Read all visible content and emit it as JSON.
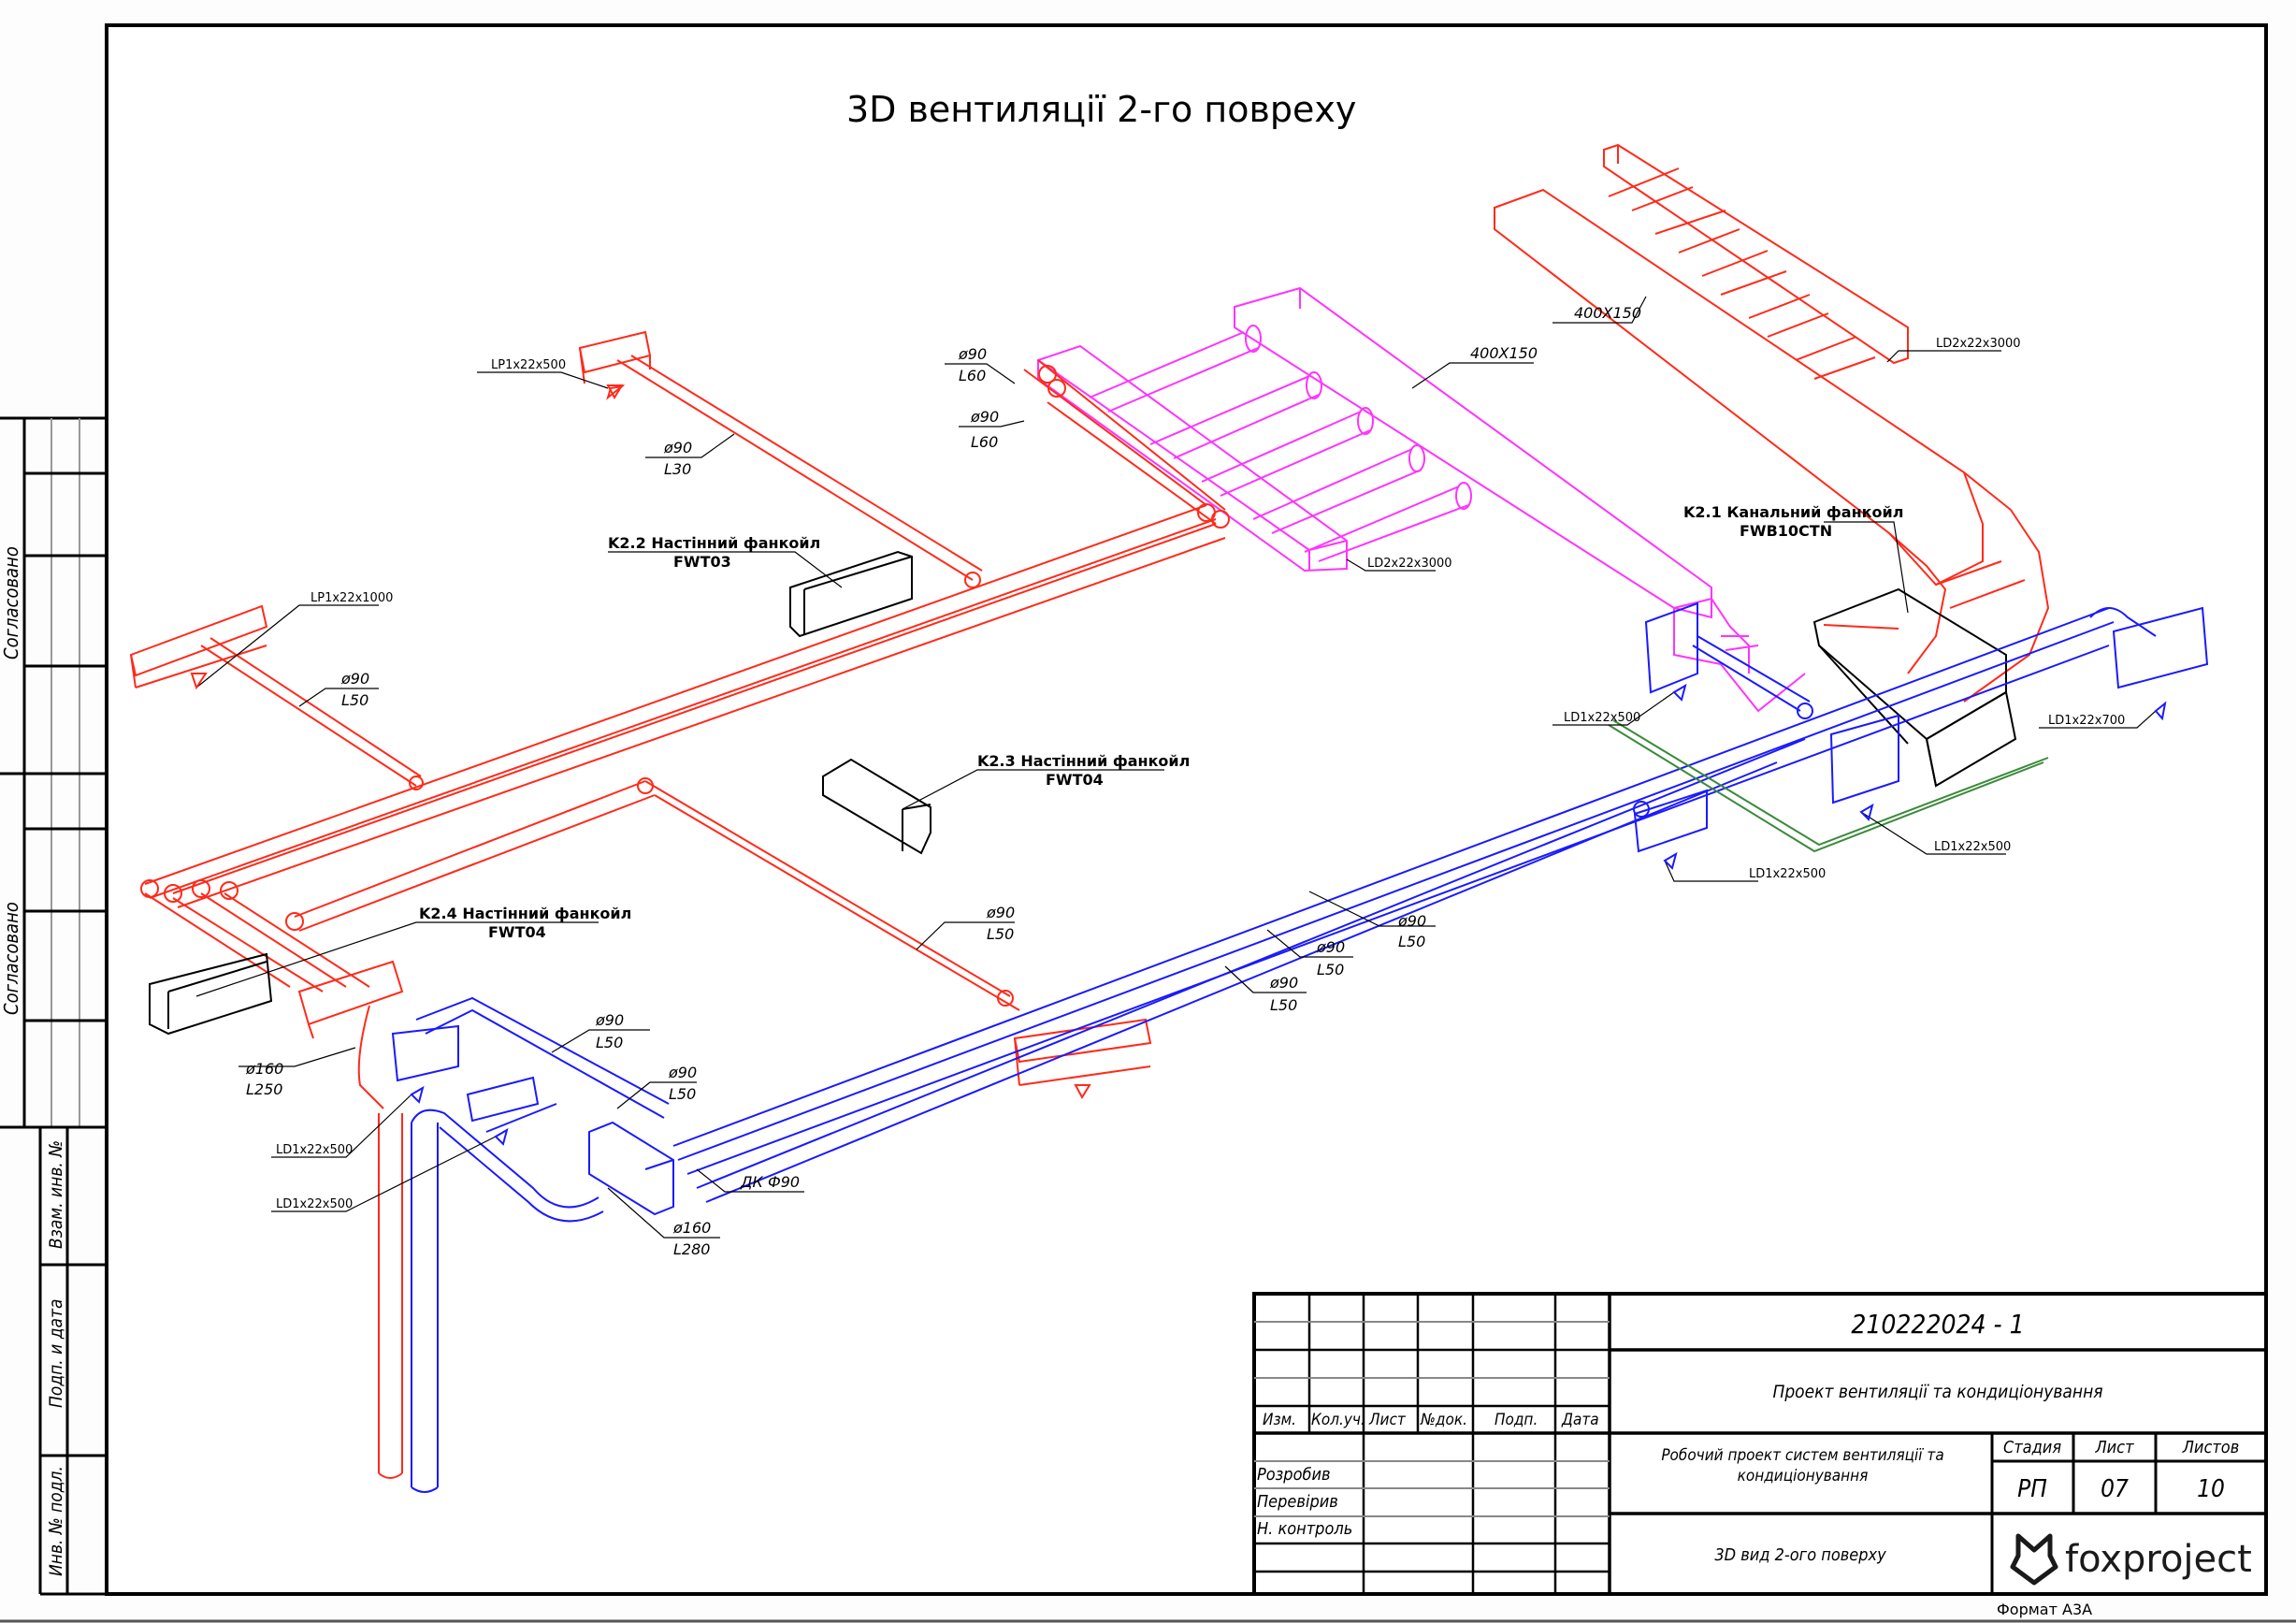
{
  "drawing": {
    "title": "3D вентиляції 2-го повреху",
    "colors": {
      "supply_hot": "#ff2a1a",
      "return_cold": "#1a1aff",
      "ventilation": "#ff33ff",
      "drain": "#3a8a3a",
      "equipment": "#000000",
      "leader": "#000000"
    },
    "units": [
      {
        "id": "k21",
        "name": "K2.1 Канальний  фанкойл",
        "model": "FWB10CTN"
      },
      {
        "id": "k22",
        "name": "K2.2 Настінний  фанкойл",
        "model": "FWT03"
      },
      {
        "id": "k23",
        "name": "K2.3 Настінний  фанкойл",
        "model": "FWT04"
      },
      {
        "id": "k24",
        "name": "K2.4 Настінний  фанкойл",
        "model": "FWT04"
      }
    ],
    "duct_labels": [
      {
        "dia": "ø90",
        "len": "L30"
      },
      {
        "dia": "ø90",
        "len": "L50"
      },
      {
        "dia": "ø90",
        "len": "L60"
      },
      {
        "dia": "ø90",
        "len": "L60"
      },
      {
        "dia": "ø90",
        "len": "L50"
      },
      {
        "dia": "ø90",
        "len": "L50"
      },
      {
        "dia": "ø90",
        "len": "L50"
      },
      {
        "dia": "ø90",
        "len": "L50"
      },
      {
        "dia": "ø90",
        "len": "L50"
      },
      {
        "dia": "ø90",
        "len": "L50"
      },
      {
        "dia": "ø160",
        "len": "L250"
      },
      {
        "dia": "ø160",
        "len": "L280"
      }
    ],
    "size_labels": [
      "400X150",
      "400X150",
      "ДК Ф90"
    ],
    "diffuser_labels": [
      "LP1x22x500",
      "LP1x22x1000",
      "LD2x22x3000",
      "LD2x22x3000",
      "LD1x22x500",
      "LD1x22x700",
      "LD1x22x500",
      "LD1x22x500",
      "LD1x22x500",
      "LD1x22x500"
    ]
  },
  "side_stamp": {
    "approved_1": "Согласовано",
    "approved_2": "Согласовано",
    "replacement_inv": "Взам. инв. №",
    "sign_date": "Подп. и дата",
    "inv_original": "Инв. № подл."
  },
  "title_block": {
    "doc_number": "210222024 - 1",
    "project_name": "Проект вентиляції та кондиціонування",
    "revision_headers": [
      "Изм.",
      "Кол.уч.",
      "Лист",
      "№док.",
      "Подп.",
      "Дата"
    ],
    "roles": [
      "Розробив",
      "Перевірив",
      "Н. контроль"
    ],
    "work_title": "Робочий проект систем вентиляції та кондиціонування",
    "sheet_title": "3D вид 2-ого поверху",
    "stage_label": "Стадия",
    "sheet_label": "Лист",
    "sheets_label": "Листов",
    "stage_value": "РП",
    "sheet_value": "07",
    "sheets_value": "10",
    "logo_text": "foxproject",
    "format": "Формат А3А"
  }
}
